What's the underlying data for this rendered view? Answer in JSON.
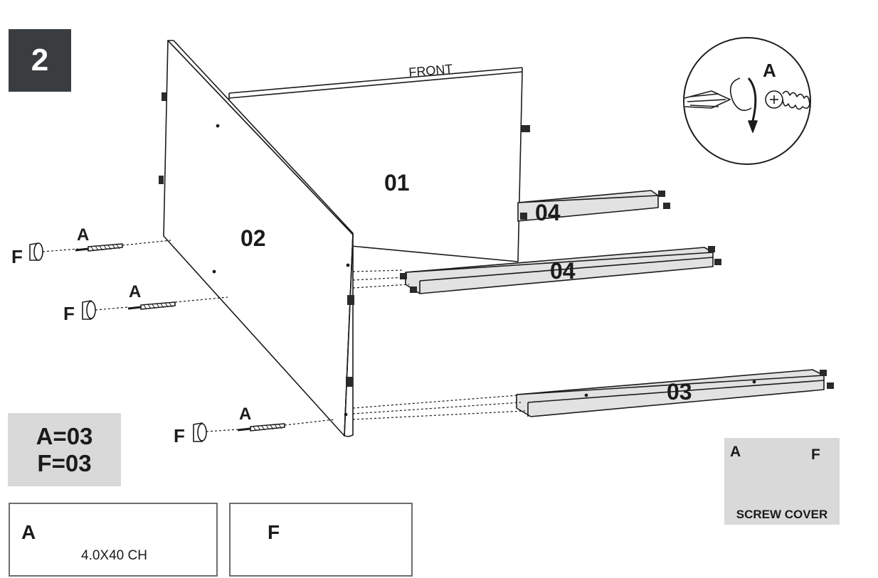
{
  "step": {
    "number": "2"
  },
  "labels": {
    "front": "FRONT",
    "part_01": "01",
    "part_02": "02",
    "part_03": "03",
    "part_04": "04",
    "screw": "A",
    "cover": "F"
  },
  "quantities": {
    "line_a": "A=03",
    "line_f": "F=03"
  },
  "parts_list": {
    "screw_letter": "A",
    "screw_spec": "4.0X40 CH",
    "cover_letter": "F"
  },
  "detail": {
    "screw_letter": "A"
  },
  "screw_cover": {
    "screw_letter": "A",
    "cover_letter": "F",
    "caption": "SCREW COVER"
  },
  "colors": {
    "badge": "#3a3d40",
    "panel_grey": "#d9d9d9",
    "rail_grey": "#e2e2e2",
    "stroke": "#1b1b1b"
  }
}
